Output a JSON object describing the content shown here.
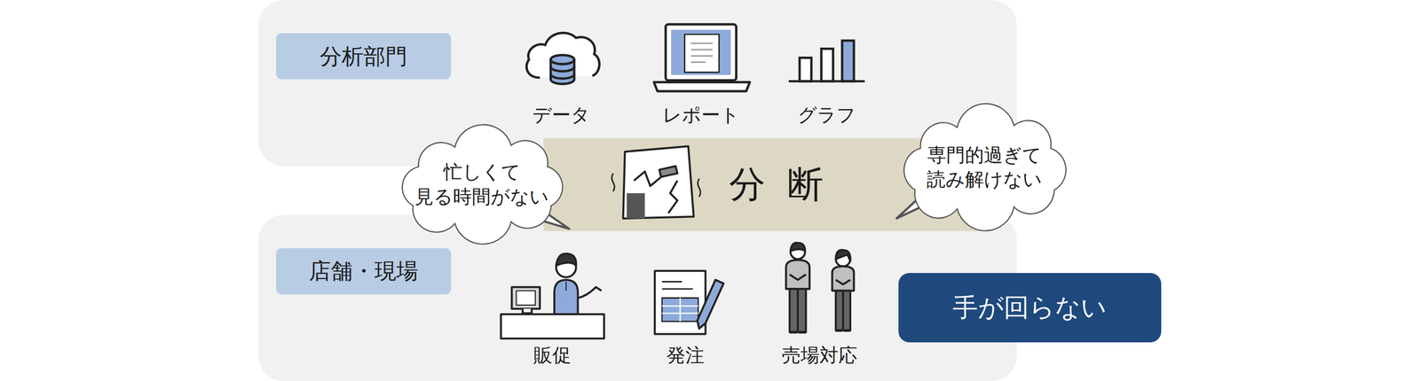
{
  "diagram": {
    "nodes": [
      {
        "text": [
          "分析部門"
        ]
      },
      {
        "text": [
          "分断"
        ]
      },
      {
        "text": [
          "忙しくて 見る時間がない"
        ]
      },
      {
        "text": [
          "専門的過ぎて 読み解けない"
        ]
      },
      {
        "text": [
          "店舗・現場"
        ]
      },
      {
        "text": [
          "手が回らない"
        ]
      }
    ],
    "labels": [
      "データ",
      "レポート",
      "グラフ",
      "販促",
      "発注",
      "売場対応"
    ]
  }
}
